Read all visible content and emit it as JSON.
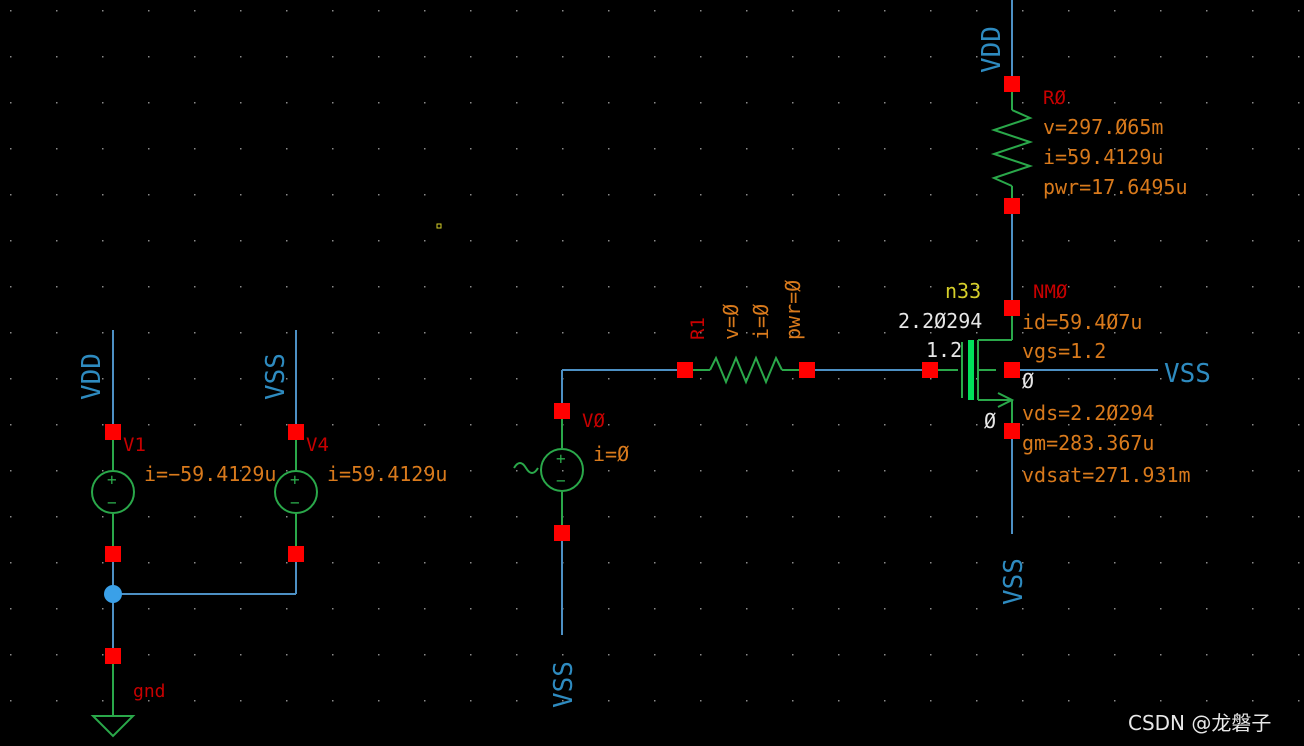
{
  "schematic": {
    "vdd_left": "VDD",
    "vss_left": "VSS",
    "vdd_top": "VDD",
    "vss_mid": "VSS",
    "vss_bottom_v0": "VSS",
    "vss_bottom_nm0": "VSS",
    "v1": {
      "name": "V1",
      "current": "i=−59.4129u"
    },
    "v4": {
      "name": "V4",
      "current": "i=59.4129u"
    },
    "v0": {
      "name": "VØ",
      "current": "i=Ø"
    },
    "r1": {
      "name": "R1",
      "v": "v=Ø",
      "i": "i=Ø",
      "pwr": "pwr=Ø"
    },
    "r0": {
      "name": "RØ",
      "v": "v=297.Ø65m",
      "i": "i=59.4129u",
      "pwr": "pwr=17.6495u"
    },
    "nm0": {
      "name": "NMØ",
      "model": "n33",
      "drain_voltage": "2.2Ø294",
      "gate_voltage": "1.2",
      "bulk_voltage": "Ø",
      "source_voltage": "Ø",
      "id": "id=59.4Ø7u",
      "vgs": "vgs=1.2",
      "vds": "vds=2.2Ø294",
      "gm": "gm=283.367u",
      "vdsat": "vdsat=271.931m"
    },
    "gnd": "gnd",
    "colors": {
      "background": "#000000",
      "wire": "#4d90c4",
      "symbol": "#2aa84a",
      "pin": "#ff0000",
      "annotation": "#d97a1c",
      "instance_name": "#c80000",
      "net_label": "#2e8bc0",
      "junction": "#3aa0e8",
      "gate_bar": "#00e05a"
    }
  },
  "watermark": "CSDN @龙磐子"
}
